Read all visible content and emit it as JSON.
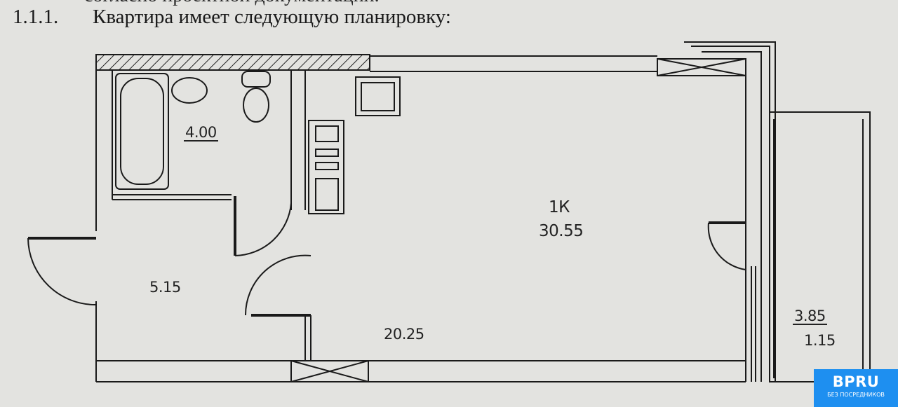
{
  "document": {
    "top_partial_line": "согласно проектной документации.",
    "section_number": "1.1.1.",
    "section_text": "Квартира имеет следующую планировку:"
  },
  "floor_plan": {
    "rooms": [
      {
        "name": "bathroom",
        "area": "4.00"
      },
      {
        "name": "hallway",
        "area": "5.15"
      },
      {
        "name": "room_type",
        "area": "1К"
      },
      {
        "name": "total",
        "area": "30.55"
      },
      {
        "name": "living",
        "area": "20.25"
      },
      {
        "name": "balcony",
        "area": "3.85"
      },
      {
        "name": "balcony_coef",
        "area": "1.15"
      }
    ]
  },
  "badge": {
    "brand": "BPRU",
    "tagline": "БЕЗ ПОСРЕДНИКОВ",
    "color": "#1e8ff0"
  }
}
